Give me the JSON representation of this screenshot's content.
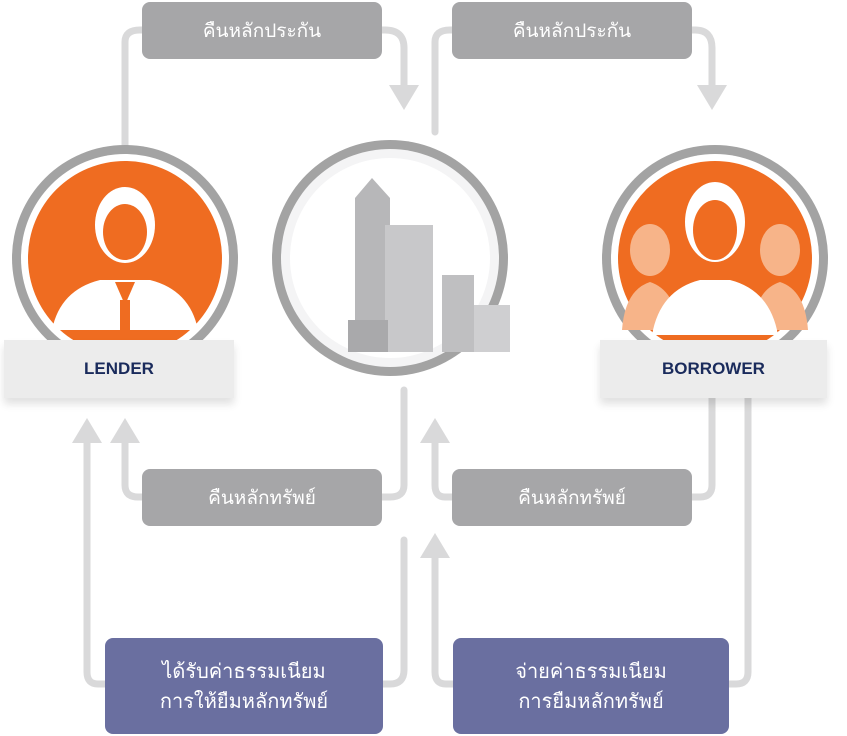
{
  "flow": {
    "top_left_label": "คืนหลักประกัน",
    "top_right_label": "คืนหลักประกัน",
    "mid_left_label": "คืนหลักทรัพย์",
    "mid_right_label": "คืนหลักทรัพย์",
    "lender_fee": [
      "ได้รับค่าธรรมเนียม",
      "การให้ยืมหลักทรัพย์"
    ],
    "borrower_fee": [
      "จ่ายค่าธรรมเนียม",
      "การยืมหลักทรัพย์"
    ]
  },
  "parties": {
    "lender": "LENDER",
    "borrower": "BORROWER"
  },
  "colors": {
    "orange": "#ef6c21",
    "gray": "#a6a6a8",
    "purple": "#6a6fa0",
    "navy": "#1a2b5c",
    "line": "#d9d9da"
  },
  "icons": {
    "lender": "person-icon",
    "center": "buildings-icon",
    "borrower": "group-icon"
  }
}
